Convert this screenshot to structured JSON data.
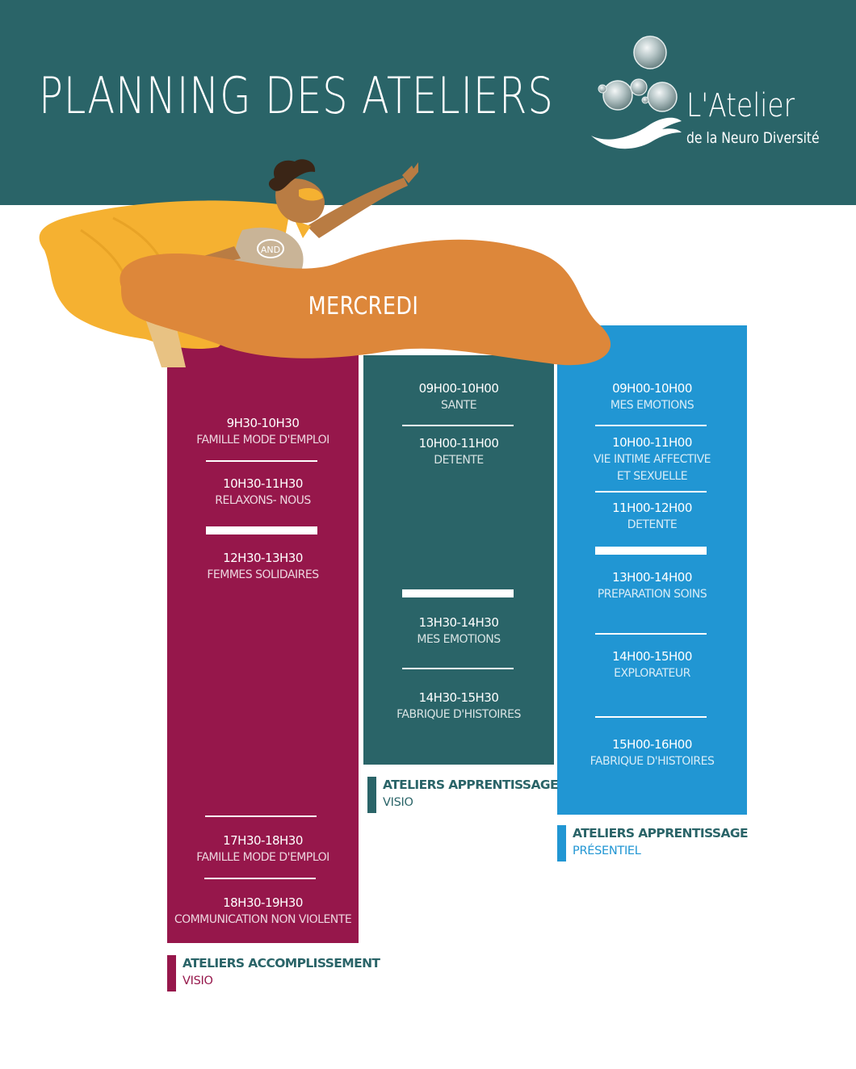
{
  "header": {
    "title": "PLANNING DES ATELIERS",
    "brand_main": "L'Atelier",
    "brand_sub": "de la Neuro Diversité",
    "bg_color": "#2a6468"
  },
  "hero": {
    "day": "MERCREDI",
    "badge": "AND",
    "banner_color": "#dd873a",
    "cape_color": "#f5b131"
  },
  "columns": {
    "accomplissement": {
      "color": "#96174b",
      "slots": [
        {
          "time": "9H30-10H30",
          "name": "FAMILLE MODE D'EMPLOI"
        },
        {
          "time": "10H30-11H30",
          "name": "RELAXONS- NOUS"
        },
        {
          "time": "12H30-13H30",
          "name": "FEMMES SOLIDAIRES"
        },
        {
          "time": "17H30-18H30",
          "name": "FAMILLE MODE D'EMPLOI"
        },
        {
          "time": "18H30-19H30",
          "name": "COMMUNICATION NON VIOLENTE"
        }
      ],
      "legend_title": "ATELIERS ACCOMPLISSEMENT",
      "legend_mode": "VISIO"
    },
    "apprentissage_visio": {
      "color": "#2a6468",
      "slots": [
        {
          "time": "09H00-10H00",
          "name": "SANTE"
        },
        {
          "time": "10H00-11H00",
          "name": "DETENTE"
        },
        {
          "time": "13H30-14H30",
          "name": "MES EMOTIONS"
        },
        {
          "time": "14H30-15H30",
          "name": "FABRIQUE D'HISTOIRES"
        }
      ],
      "legend_title": "ATELIERS APPRENTISSAGE",
      "legend_mode": "VISIO"
    },
    "apprentissage_presentiel": {
      "color": "#2196d3",
      "slots": [
        {
          "time": "09H00-10H00",
          "name": "MES EMOTIONS"
        },
        {
          "time": "10H00-11H00",
          "name": "VIE INTIME AFFECTIVE",
          "name2": "ET SEXUELLE"
        },
        {
          "time": "11H00-12H00",
          "name": "DETENTE"
        },
        {
          "time": "13H00-14H00",
          "name": "PREPARATION SOINS"
        },
        {
          "time": "14H00-15H00",
          "name": "EXPLORATEUR"
        },
        {
          "time": "15H00-16H00",
          "name": "FABRIQUE D'HISTOIRES"
        }
      ],
      "legend_title": "ATELIERS APPRENTISSAGE",
      "legend_mode": "PRÉSENTIEL"
    }
  }
}
